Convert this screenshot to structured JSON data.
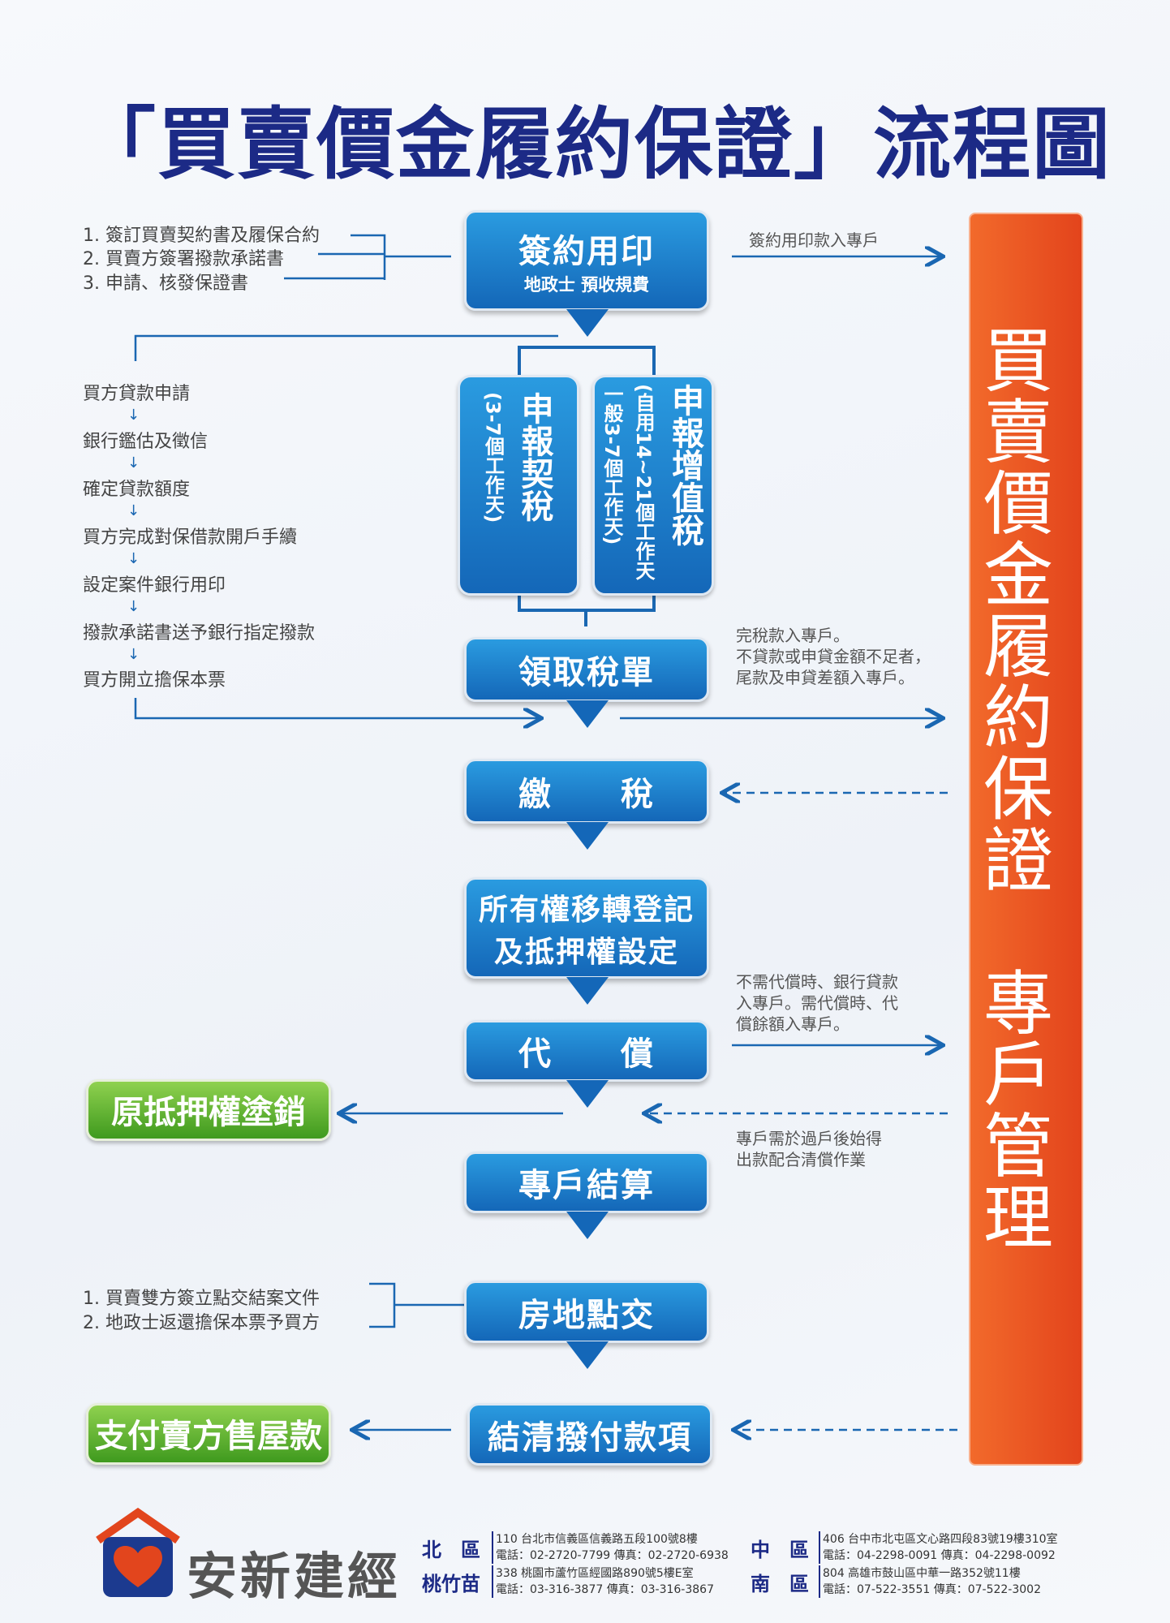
{
  "title": "「買賣價金履約保證」流程圖",
  "side_bar": "買賣價金履約保證　專戶管理",
  "steps": {
    "sign": {
      "title": "簽約用印",
      "sub": "地政士 預收規費"
    },
    "deed_tax": {
      "title": "申報契稅",
      "sub": "(3-7個工作天)"
    },
    "land_tax": {
      "title": "申報增值稅",
      "sub1": "(自用14~21個工作天",
      "sub2": "一般3-7個工作天)"
    },
    "receive": "領取稅單",
    "pay_tax": "繳　　稅",
    "transfer1": "所有權移轉登記",
    "transfer2": "及抵押權設定",
    "repay": "代　　償",
    "settle": "專戶結算",
    "handover": "房地點交",
    "final": "結清撥付款項"
  },
  "green": {
    "cancel": "原抵押權塗銷",
    "pay_seller": "支付賣方售屋款"
  },
  "sign_list": [
    "1. 簽訂買賣契約書及履保合約",
    "2. 買賣方簽署撥款承諾書",
    "3. 申請、核發保證書"
  ],
  "loan_list": [
    "買方貸款申請",
    "銀行鑑估及徵信",
    "確定貸款額度",
    "買方完成對保借款開戶手續",
    "設定案件銀行用印",
    "撥款承諾書送予銀行指定撥款",
    "買方開立擔保本票"
  ],
  "handover_list": [
    "1. 買賣雙方簽立點交結案文件",
    "2. 地政士返還擔保本票予買方"
  ],
  "notes": {
    "sign": "簽約用印款入專戶",
    "tax": [
      "完稅款入專戶。",
      "不貸款或申貸金額不足者，",
      "尾款及申貸差額入專戶。"
    ],
    "repay": [
      "不需代償時、銀行貸款",
      "入專戶。需代償時、代",
      "償餘額入專戶。"
    ],
    "settle": [
      "專戶需於過戶後始得",
      "出款配合清償作業"
    ]
  },
  "footer": {
    "company": "安新建經",
    "offices": [
      {
        "region": "北　區",
        "addr": "110 台北市信義區信義路五段100號8樓",
        "tel": "電話：02-2720-7799 傳真：02-2720-6938"
      },
      {
        "region": "桃竹苗",
        "addr": "338 桃園市蘆竹區經國路890號5樓E室",
        "tel": "電話：03-316-3877 傳真：03-316-3867"
      },
      {
        "region": "中　區",
        "addr": "406 台中市北屯區文心路四段83號19樓310室",
        "tel": "電話：04-2298-0091 傳真：04-2298-0092"
      },
      {
        "region": "南　區",
        "addr": "804 高雄市鼓山區中華一路352號11樓",
        "tel": "電話：07-522-3551 傳真：07-522-3002"
      }
    ]
  }
}
